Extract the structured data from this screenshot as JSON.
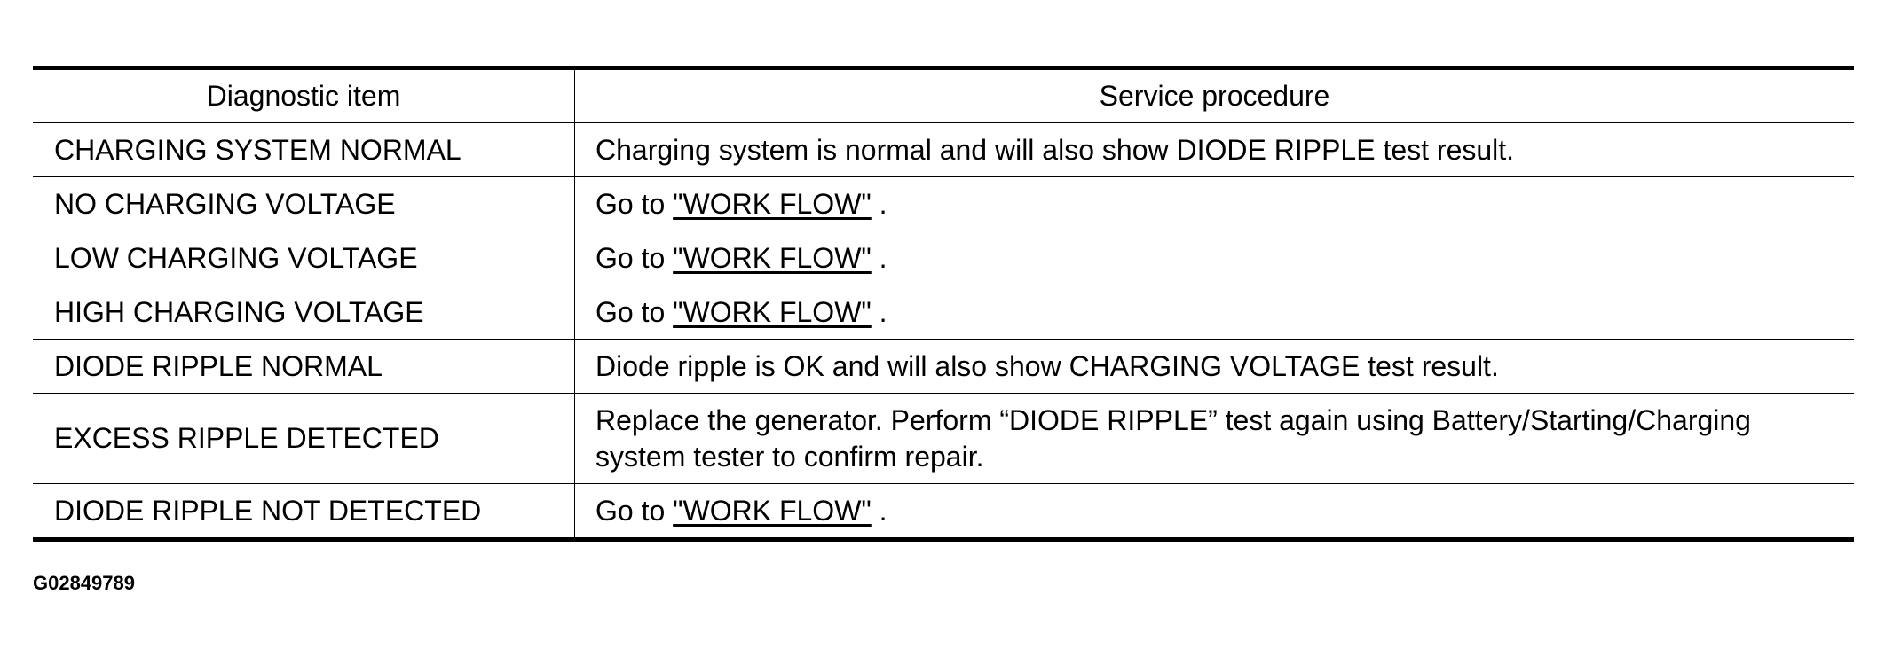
{
  "table": {
    "headers": [
      "Diagnostic item",
      "Service procedure"
    ],
    "rows": [
      {
        "item": "CHARGING SYSTEM NORMAL",
        "procedure": "Charging system is normal and will also show DIODE RIPPLE test result."
      },
      {
        "item": "NO CHARGING VOLTAGE",
        "procedure_prefix": "Go to ",
        "procedure_link": "\"WORK FLOW\"",
        "procedure_suffix": " ."
      },
      {
        "item": "LOW CHARGING VOLTAGE",
        "procedure_prefix": "Go to ",
        "procedure_link": "\"WORK FLOW\"",
        "procedure_suffix": " ."
      },
      {
        "item": "HIGH CHARGING VOLTAGE",
        "procedure_prefix": "Go to ",
        "procedure_link": "\"WORK FLOW\"",
        "procedure_suffix": " ."
      },
      {
        "item": "DIODE RIPPLE NORMAL",
        "procedure": "Diode ripple is OK and will also show CHARGING VOLTAGE test result."
      },
      {
        "item": "EXCESS RIPPLE DETECTED",
        "procedure": "Replace the generator. Perform “DIODE RIPPLE” test again using Battery/Starting/Charging system tester to confirm repair."
      },
      {
        "item": "DIODE RIPPLE NOT DETECTED",
        "procedure_prefix": "Go to ",
        "procedure_link": "\"WORK FLOW\"",
        "procedure_suffix": " ."
      }
    ]
  },
  "figure_code": "G02849789"
}
